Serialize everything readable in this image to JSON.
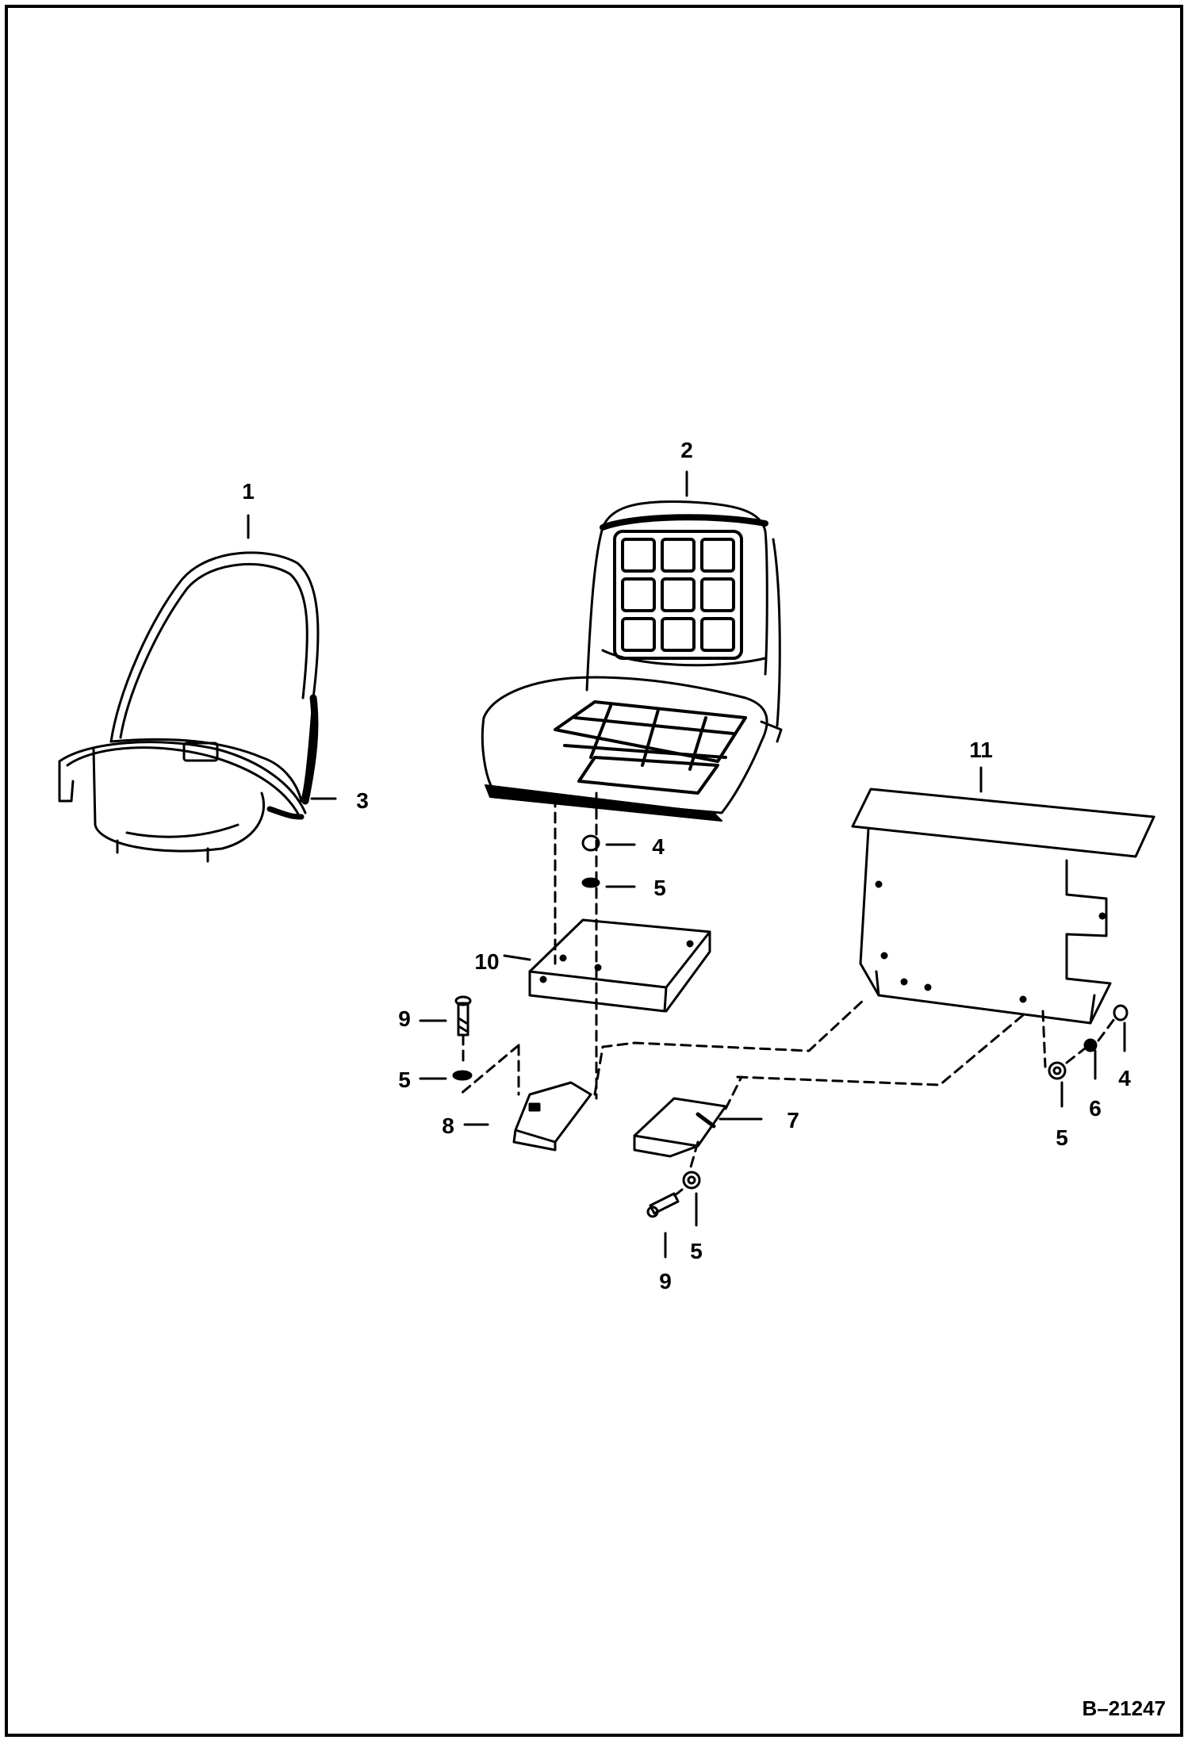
{
  "callouts": {
    "c1": "1",
    "c2": "2",
    "c3": "3",
    "c4a": "4",
    "c5a": "5",
    "c10": "10",
    "c11": "11",
    "c9a": "9",
    "c5b": "5",
    "c8": "8",
    "c7": "7",
    "c5c": "5",
    "c9b": "9",
    "c5d": "5",
    "c6": "6",
    "c4b": "4"
  },
  "document_id": "B–21247",
  "colors": {
    "ink": "#000000",
    "paper": "#ffffff"
  }
}
